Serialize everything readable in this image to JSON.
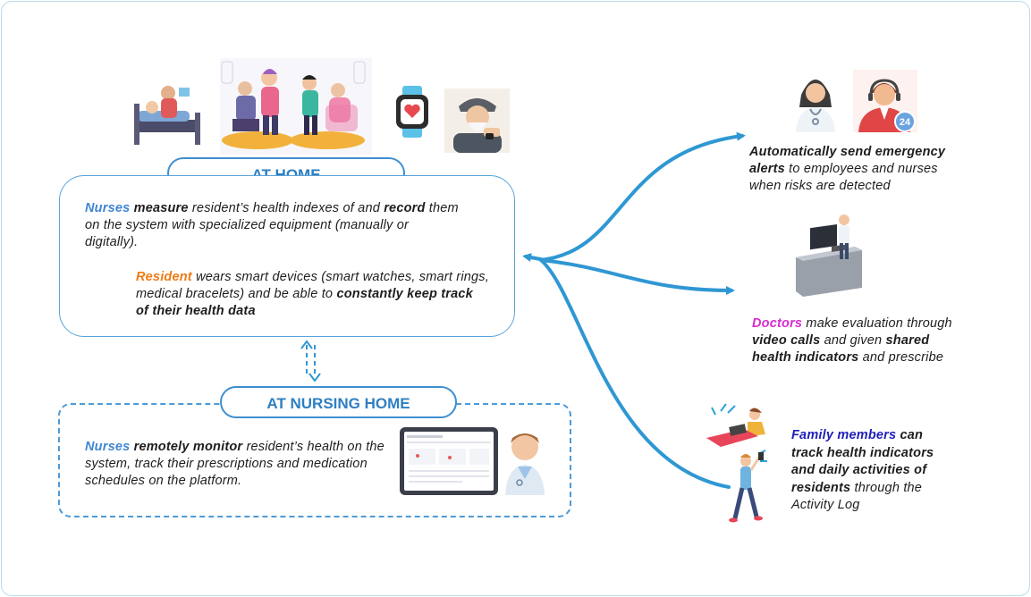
{
  "labels": {
    "at_home": "AT HOME",
    "at_nursing_home": "AT NURSING HOME"
  },
  "home_box": {
    "p1": {
      "nurses": "Nurses",
      "measure": "measure",
      "t1": " resident’s health indexes of and ",
      "record": "record",
      "t2": " them on the system with specialized equipment (manually or digitally)."
    },
    "p2": {
      "resident": "Resident",
      "t1": " wears smart devices (smart watches, smart rings, medical bracelets) and be able to ",
      "bold": "constantly keep track of their health data"
    }
  },
  "nursing_box": {
    "nurses": "Nurses",
    "bold": "remotely monitor",
    "t1": " resident’s health on the system, track their prescriptions and medication schedules on the platform."
  },
  "alerts": {
    "bold": "Automatically send emergency alerts",
    "t1": " to employees and nurses when risks are detected",
    "badge": "24"
  },
  "doctors": {
    "doctors": "Doctors",
    "t1": " make evaluation through ",
    "video": "video calls",
    "t2": " and given ",
    "shared": "shared health indicators",
    "t3": " and prescribe"
  },
  "family": {
    "family": "Family members",
    "bold": " can track health indicators and daily activities of residents",
    "t1": " through the Activity Log"
  },
  "colors": {
    "accent_blue": "#3f8fd0",
    "arrow_blue": "#2f97d3",
    "nurse_highlight": "#3f86d1",
    "resident_highlight": "#f07a14",
    "doctor_highlight": "#d92bd0",
    "family_highlight": "#1f1fb8"
  },
  "icons": [
    "bed-patient-icon",
    "nurses-caring-elderly-icon",
    "smartwatch-icon",
    "elderly-man-watch-icon",
    "female-nurse-icon",
    "support-agent-24-icon",
    "doctor-computer-icon",
    "nurse-tablet-icon",
    "family-members-icon"
  ]
}
